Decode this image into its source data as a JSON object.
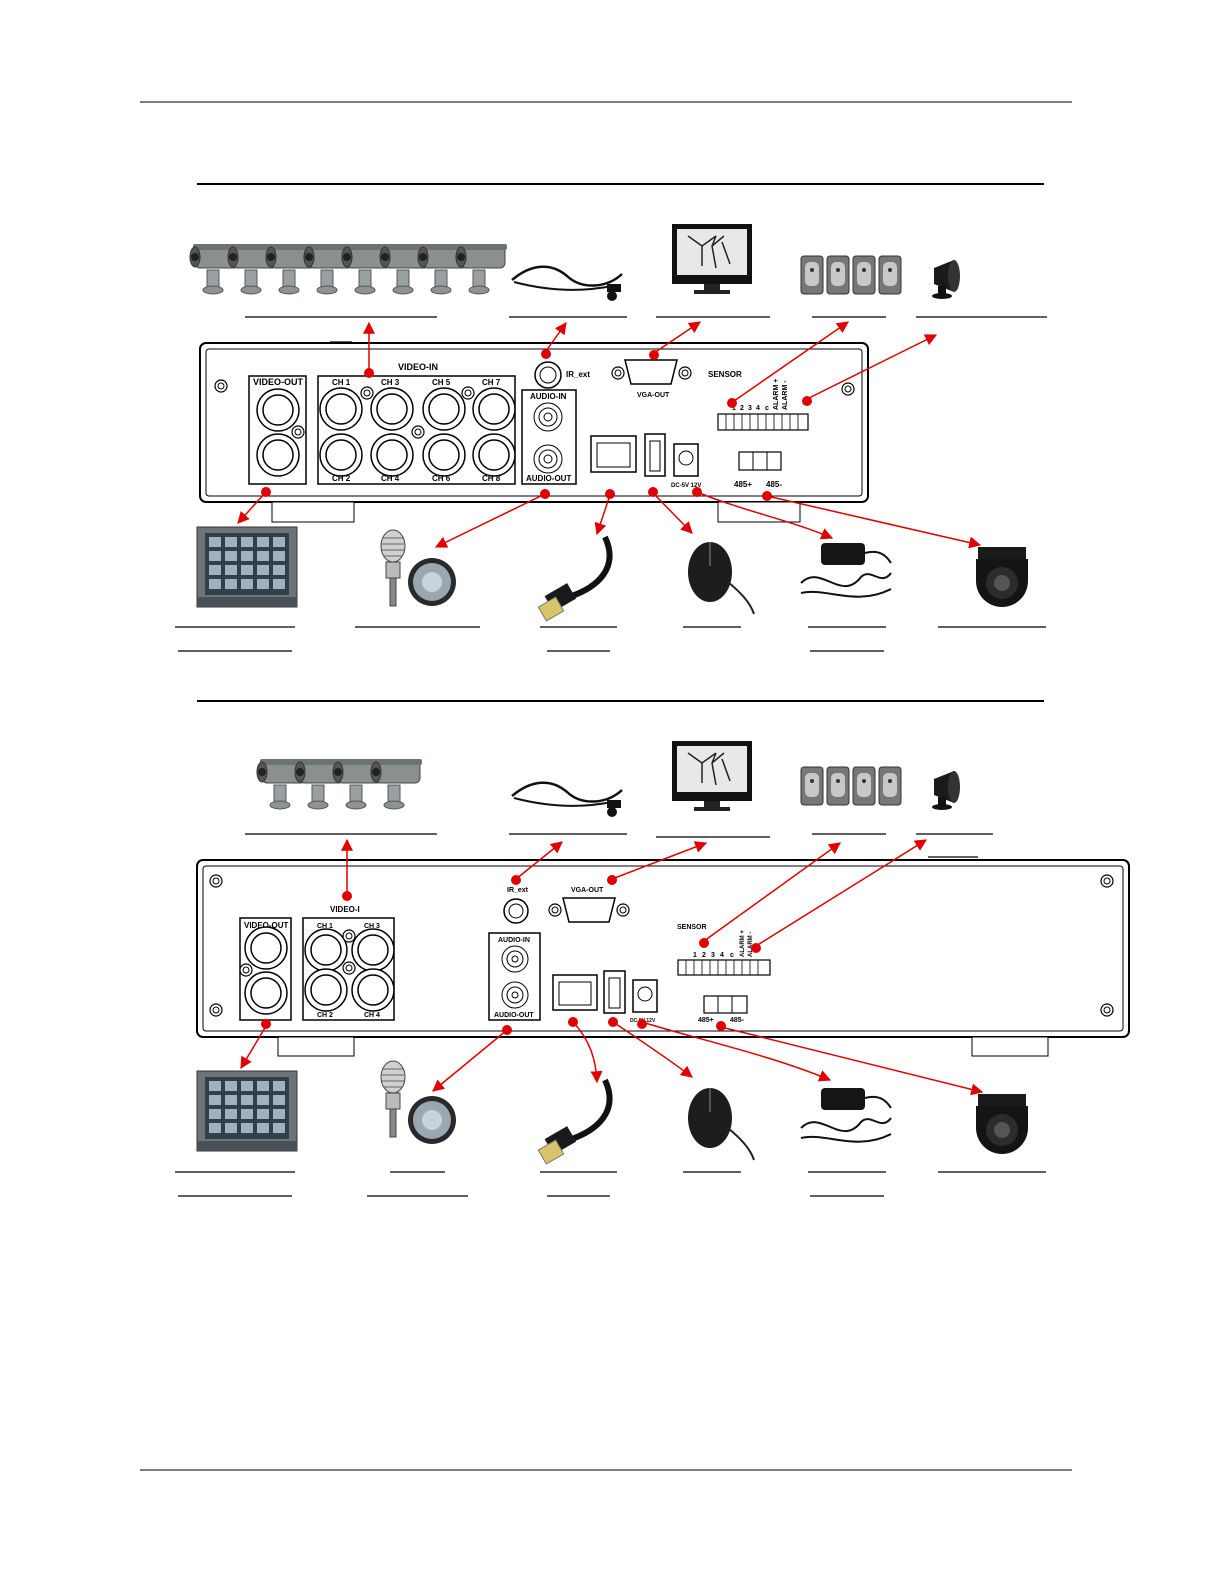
{
  "diagram_8ch": {
    "panel_labels": {
      "video_out": "VIDEO-OUT",
      "video_in": "VIDEO-IN",
      "ch1": "CH 1",
      "ch2": "CH 2",
      "ch3": "CH 3",
      "ch4": "CH 4",
      "ch5": "CH 5",
      "ch6": "CH 6",
      "ch7": "CH 7",
      "ch8": "CH 8",
      "ir_ext": "IR_ext",
      "audio_in": "AUDIO-IN",
      "audio_out": "AUDIO-OUT",
      "vga_out": "VGA-OUT",
      "sensor": "SENSOR",
      "dc": "DC-5V 12V",
      "rs485_plus": "485+",
      "rs485_minus": "485-",
      "alarm_plus": "ALARM +",
      "alarm_minus": "ALARM -",
      "sensor_pins": [
        "1",
        "2",
        "3",
        "4",
        "c"
      ]
    }
  },
  "diagram_4ch": {
    "panel_labels": {
      "video_out": "VIDEO-OUT",
      "video_in": "VIDEO-I",
      "ch1": "CH 1",
      "ch2": "CH 2",
      "ch3": "CH 3",
      "ch4": "CH 4",
      "ir_ext": "IR_ext",
      "audio_in": "AUDIO-IN",
      "audio_out": "AUDIO-OUT",
      "vga_out": "VGA-OUT",
      "sensor": "SENSOR",
      "dc": "DC-5V 12V",
      "rs485_plus": "485+",
      "rs485_minus": "485-",
      "alarm_plus": "ALARM +",
      "alarm_minus": "ALARM -",
      "sensor_pins": [
        "1",
        "2",
        "3",
        "4",
        "c"
      ]
    }
  },
  "colors": {
    "arrow": "#e00000",
    "panel_stroke": "#000000",
    "camera": "#8a8f90",
    "device_dark": "#1a1a1a",
    "monitor_screen": "#3c4a52"
  },
  "icons": [
    "camera-icon",
    "ir-cable-icon",
    "vga-monitor-icon",
    "pir-sensor-icon",
    "siren-icon",
    "crt-monitor-icon",
    "microphone-icon",
    "speaker-icon",
    "network-cable-icon",
    "mouse-icon",
    "power-adapter-icon",
    "ptz-dome-camera-icon"
  ]
}
